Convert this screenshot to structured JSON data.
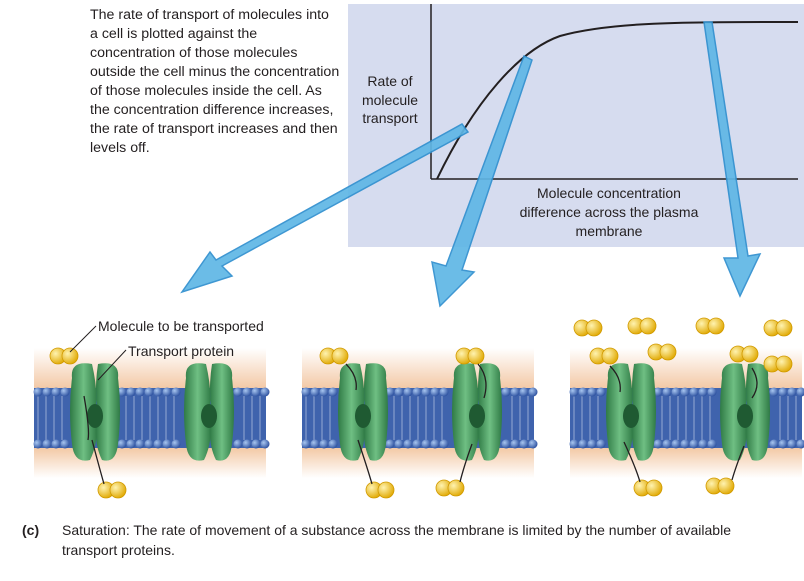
{
  "intro_text": "The rate of transport of molecules into a cell is plotted against the concentration of those molecules outside the cell minus the concentration of those molecules inside the cell. As the concentration difference increases, the rate of transport increases and then levels off.",
  "graph": {
    "y_axis_label": "Rate of molecule transport",
    "x_axis_label": "Molecule concentration difference across the plasma membrane"
  },
  "labels": {
    "molecule": "Molecule to be transported",
    "protein": "Transport protein"
  },
  "caption": {
    "tag": "(c)",
    "text": "Saturation: The rate of movement of a substance across the membrane is limited by the number of available transport proteins."
  },
  "colors": {
    "graph_background": "#d6dcef",
    "arrow_fill": "#5fb7e6",
    "protein_green": "#4a9a62",
    "molecule_yellow": "#f3c12c",
    "membrane_blue": "#3f63ad"
  }
}
